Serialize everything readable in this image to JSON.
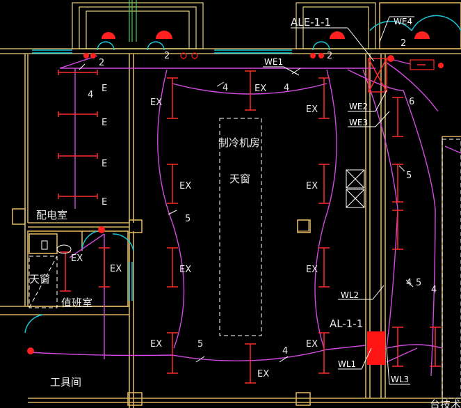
{
  "labels": {
    "ale11": "ALE-1-1",
    "al11": "AL-1-1",
    "we1": "WE1",
    "we2": "WE2",
    "we3": "WE3",
    "we4": "WE4",
    "wl1": "WL1",
    "wl2": "WL2",
    "wl3": "WL3",
    "room_power": "配电室",
    "room_chiller": "制冷机房",
    "room_duty": "值班室",
    "room_tools": "工具间",
    "skylight_main": "天窗",
    "skylight_duty": "天窗",
    "fixture_e": "E",
    "fixture_ex": "EX",
    "n2": "2",
    "n4": "4",
    "n5": "5",
    "n6": "6",
    "bottom_cut": "台技术"
  },
  "colors": {
    "background": "#000000",
    "wall": "#d9b25a",
    "window": "#19c6d9",
    "wiring": "#d24be0",
    "fixture": "#ff2a2a",
    "text": "#e8e8e8"
  }
}
